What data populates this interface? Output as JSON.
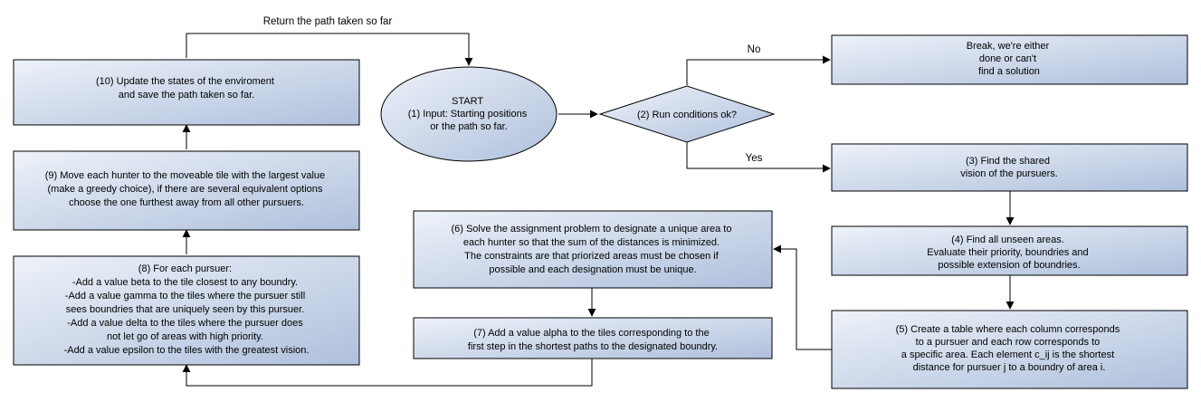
{
  "nodes": {
    "start": [
      "START",
      "(1) Input: Starting positions",
      "or the path so far."
    ],
    "run_conditions": [
      "(2) Run conditions ok?"
    ],
    "break_box": [
      "Break, we're either",
      "done or can't",
      "find a solution"
    ],
    "shared_vision": [
      "(3) Find the shared",
      "vision of the pursuers."
    ],
    "unseen_areas": [
      "(4) Find all unseen areas.",
      "Evaluate their priority, boundries and",
      "possible extension of boundries."
    ],
    "table_box": [
      "(5) Create a table where each column corresponds",
      "to a pursuer and each row corresponds to",
      "a specific area. Each element c_ij is the shortest",
      "distance for pursuer j to a boundry of area i."
    ],
    "assignment_box": [
      "(6) Solve the assignment problem to designate a unique area to",
      "each hunter so that the sum of the distances is minimized.",
      "The constraints are that priorized areas must be chosen if",
      "possible and each designation must be unique."
    ],
    "alpha_box": [
      "(7) Add a value alpha to the tiles corresponding to the",
      "first step in the shortest paths to the designated boundry."
    ],
    "pursuer_box": [
      "(8) For each pursuer:",
      "-Add a value beta to the tile closest to any boundry.",
      "-Add a value gamma to the tiles where the pursuer still",
      "sees boundries that are uniquely seen by this pursuer.",
      "-Add a value delta to the tiles where the pursuer does",
      "not let go of areas with high priority.",
      "-Add a value epsilon to the tiles with the greatest vision."
    ],
    "move_box": [
      "(9) Move each hunter to the moveable tile with the largest value",
      "(make a greedy choice), if there are several equivalent options",
      "choose the one furthest away from all other pursuers."
    ],
    "update_box": [
      "(10) Update the states of the enviroment",
      "and save the path taken so far."
    ]
  },
  "edge_labels": {
    "return": "Return the path taken so far",
    "no": "No",
    "yes": "Yes"
  },
  "colors": {
    "box_fill_light": "#ecf0f8",
    "box_fill_dark": "#b4c4de",
    "stroke": "#000000"
  }
}
